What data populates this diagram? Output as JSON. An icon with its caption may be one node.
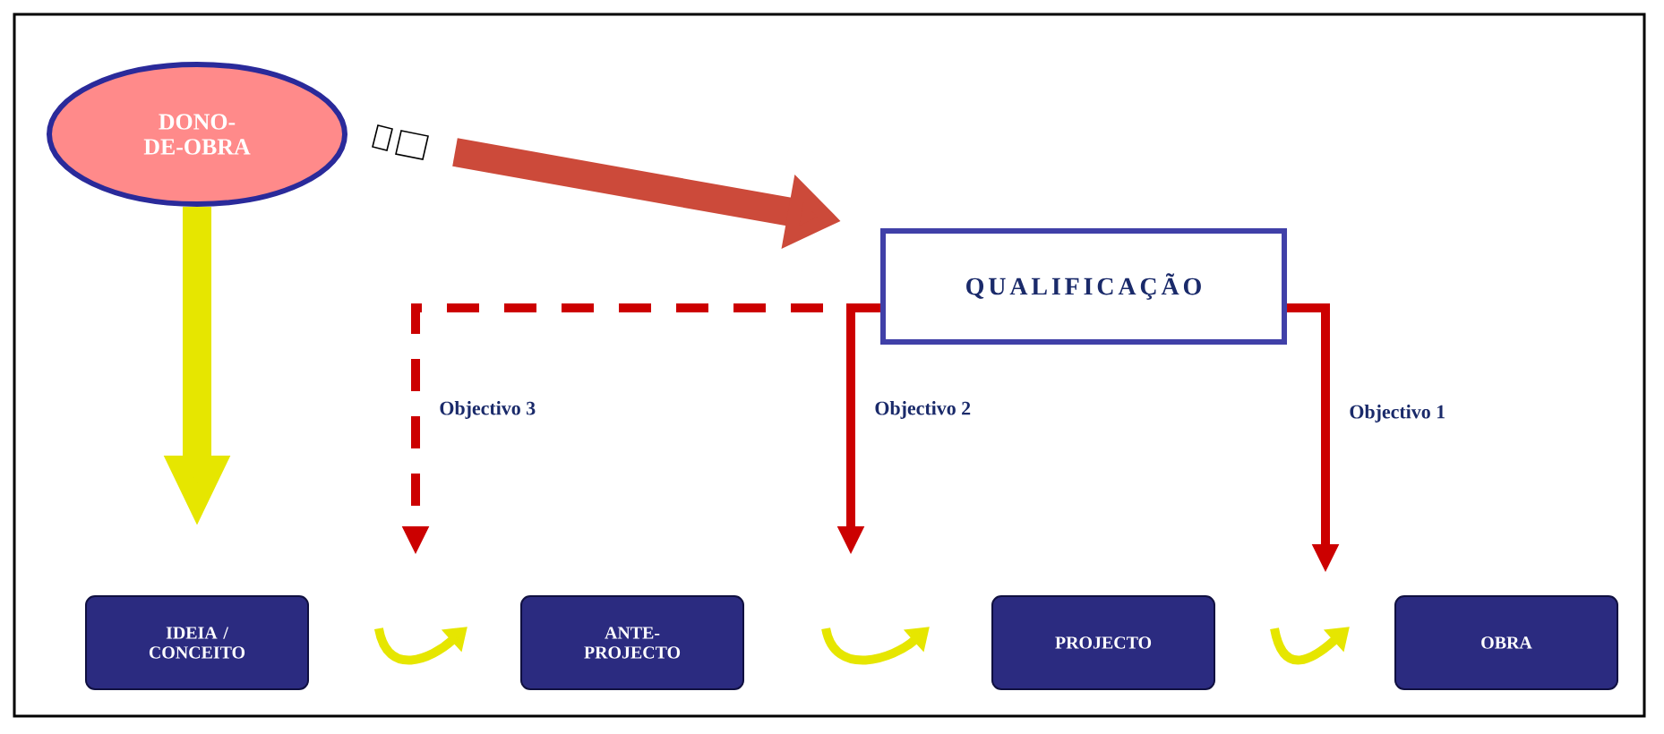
{
  "diagram": {
    "nodes": [
      {
        "text": [
          "DONO-DE-OBRA"
        ]
      },
      {
        "text": [
          "QUALIFICAÇÃO"
        ]
      },
      {
        "text": [
          "IDEIA / CONCEITO"
        ]
      },
      {
        "text": [
          "ANTE-PROJECTO"
        ]
      },
      {
        "text": [
          "PROJECTO"
        ]
      },
      {
        "text": [
          "OBRA"
        ]
      }
    ],
    "edges": [
      {
        "from": 0,
        "to": 1,
        "arrow": "to",
        "style": "thick",
        "color": "#cc4a3a"
      },
      {
        "from": 0,
        "to": 2,
        "arrow": "to",
        "style": "thick",
        "color": "#e6e600"
      },
      {
        "from": 1,
        "to": null,
        "arrow": "to",
        "label": "Objectivo 3",
        "style": "dashed",
        "color": "#cc0000"
      },
      {
        "from": 1,
        "to": null,
        "arrow": "to",
        "label": "Objectivo 2",
        "color": "#cc0000"
      },
      {
        "from": 1,
        "to": null,
        "arrow": "to",
        "label": "Objectivo 1",
        "color": "#cc0000"
      },
      {
        "from": 2,
        "to": 3,
        "arrow": "to",
        "color": "#e6e600"
      },
      {
        "from": 3,
        "to": 4,
        "arrow": "to",
        "color": "#e6e600"
      },
      {
        "from": 4,
        "to": 5,
        "arrow": "to",
        "color": "#e6e600"
      }
    ]
  }
}
